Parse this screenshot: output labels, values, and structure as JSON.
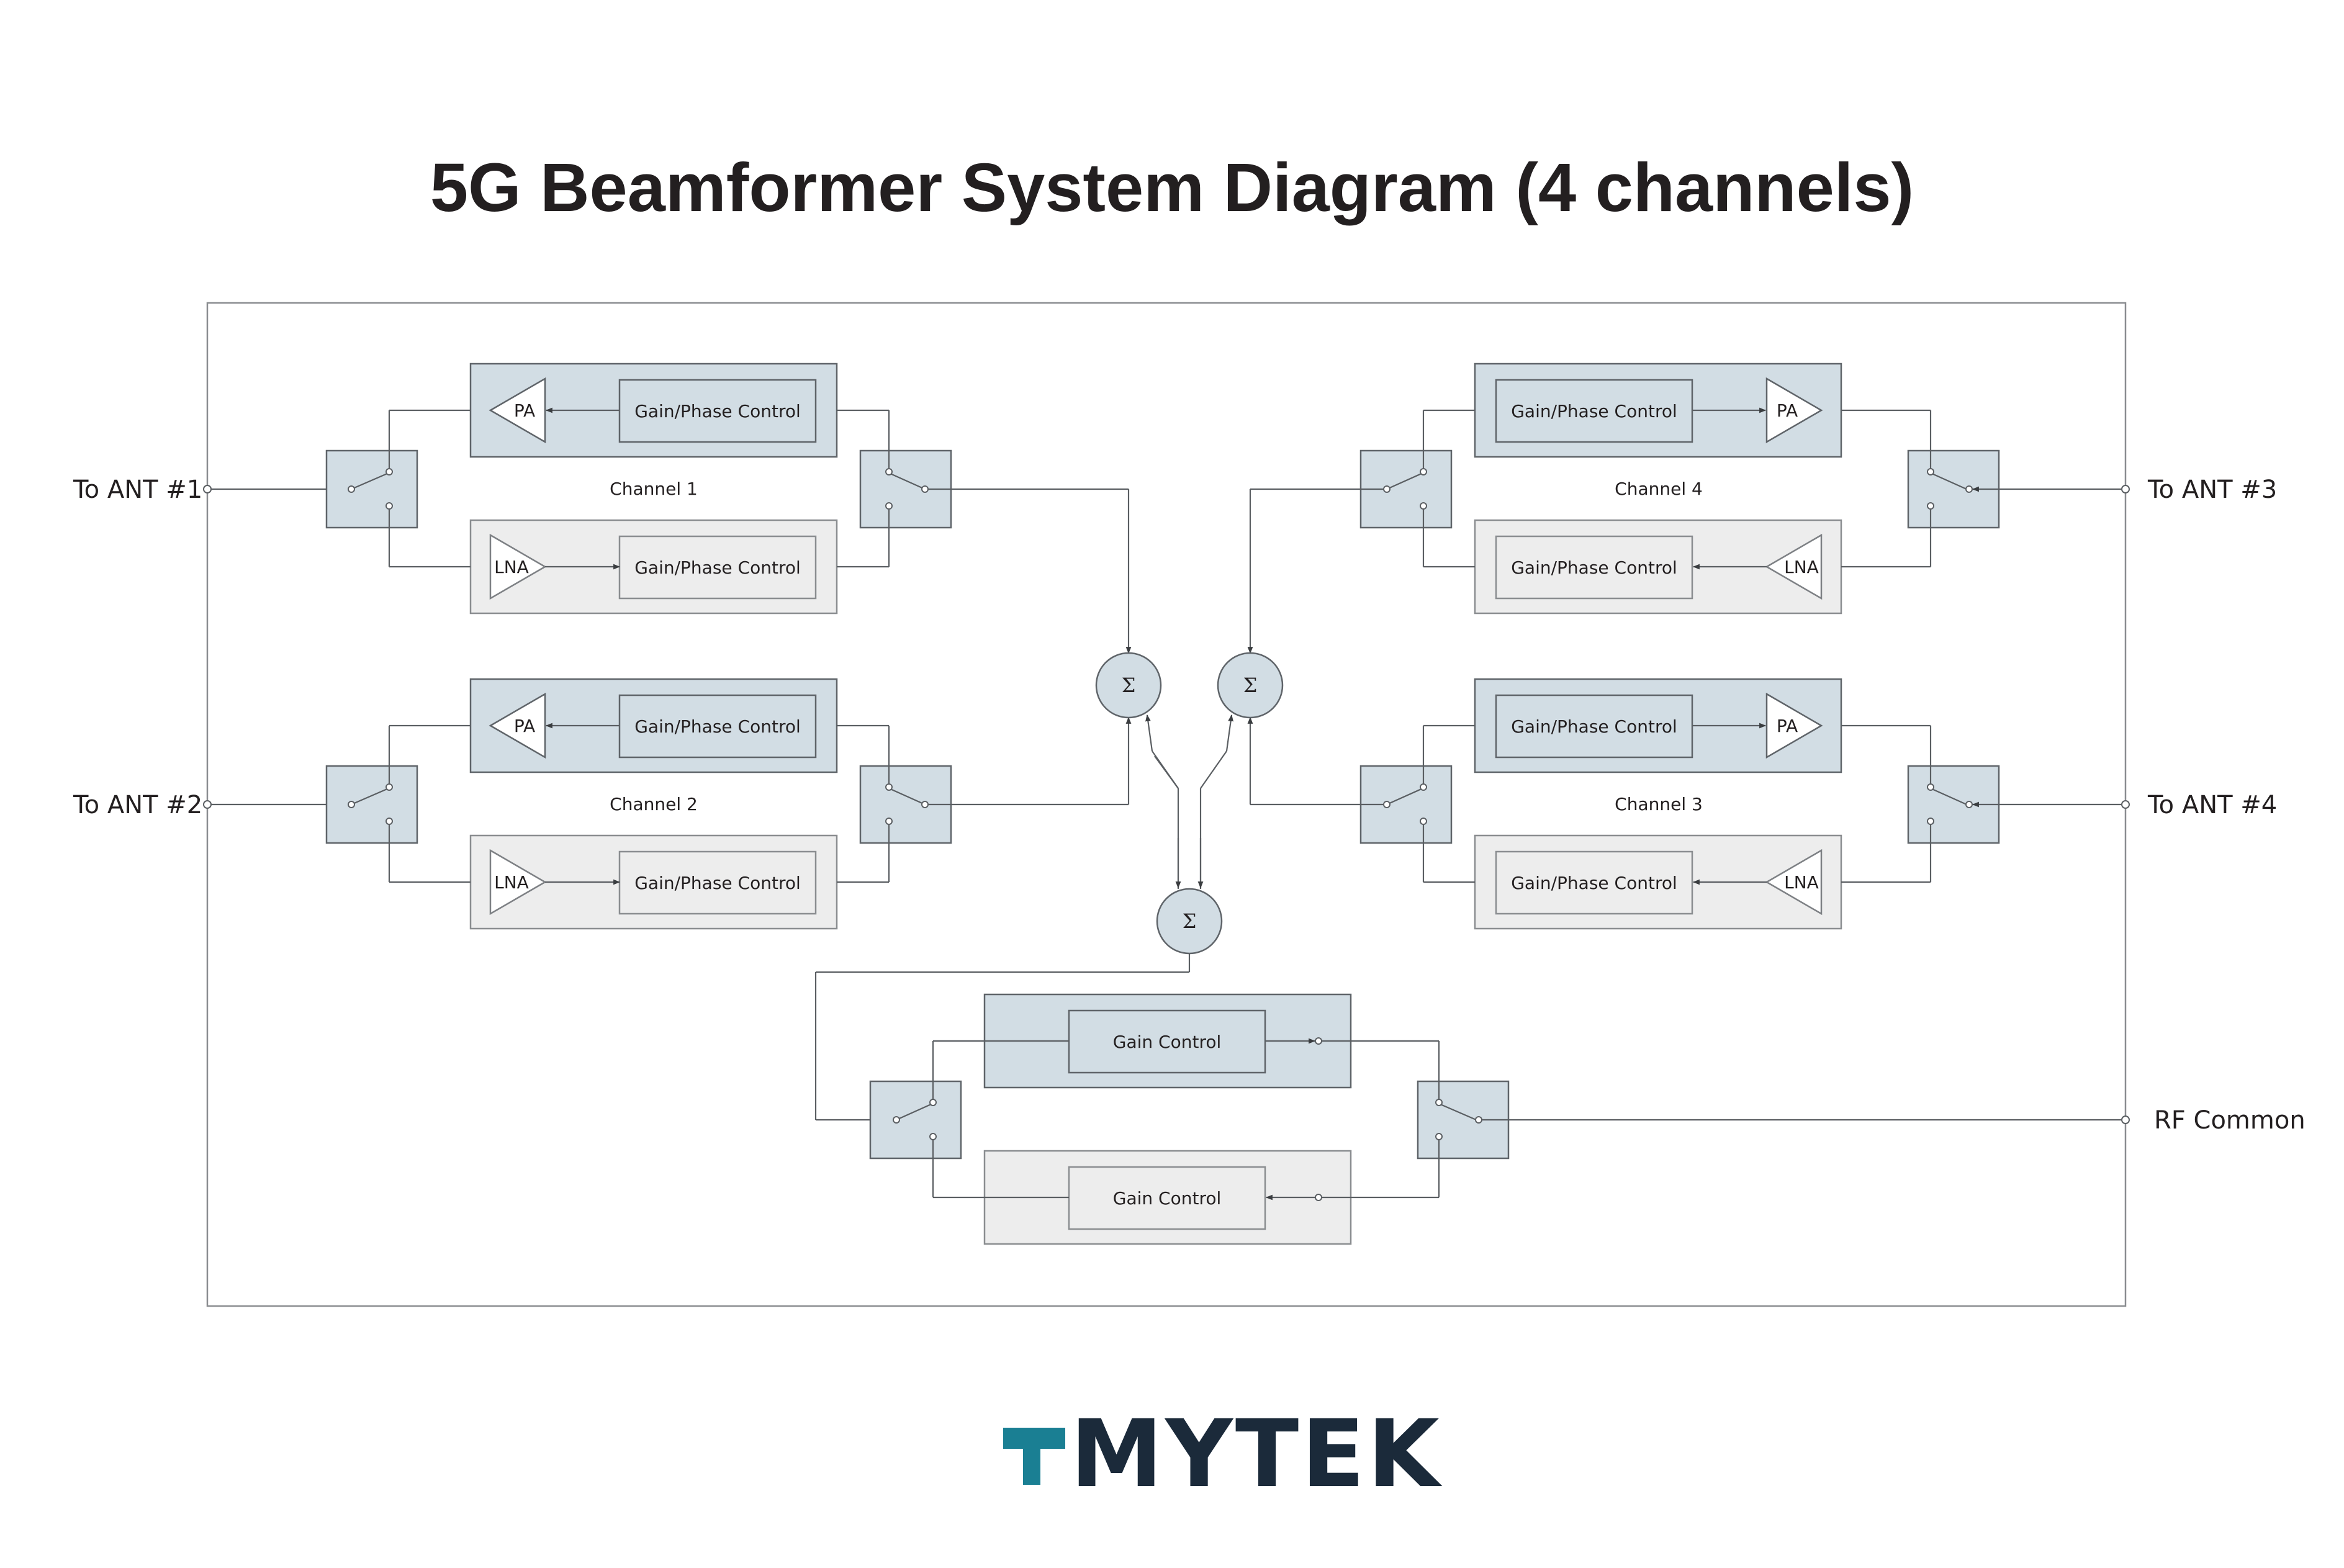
{
  "title": "5G Beamformer System Diagram (4 channels)",
  "ports": {
    "ant1": "To ANT #1",
    "ant2": "To ANT #2",
    "ant3": "To ANT #3",
    "ant4": "To ANT #4",
    "rf_common": "RF Common"
  },
  "channels": {
    "ch1": "Channel 1",
    "ch2": "Channel 2",
    "ch3": "Channel 3",
    "ch4": "Channel 4"
  },
  "blocks": {
    "gain_phase": "Gain/Phase Control",
    "gain": "Gain Control",
    "pa": "PA",
    "lna": "LNA",
    "sum": "Σ"
  },
  "logo": {
    "text": "MYTEK",
    "accent_color": "#1a7f93",
    "dark_color": "#1b2a3a"
  },
  "colors": {
    "tx_block": "#d2dde4",
    "rx_block": "#ededed"
  }
}
